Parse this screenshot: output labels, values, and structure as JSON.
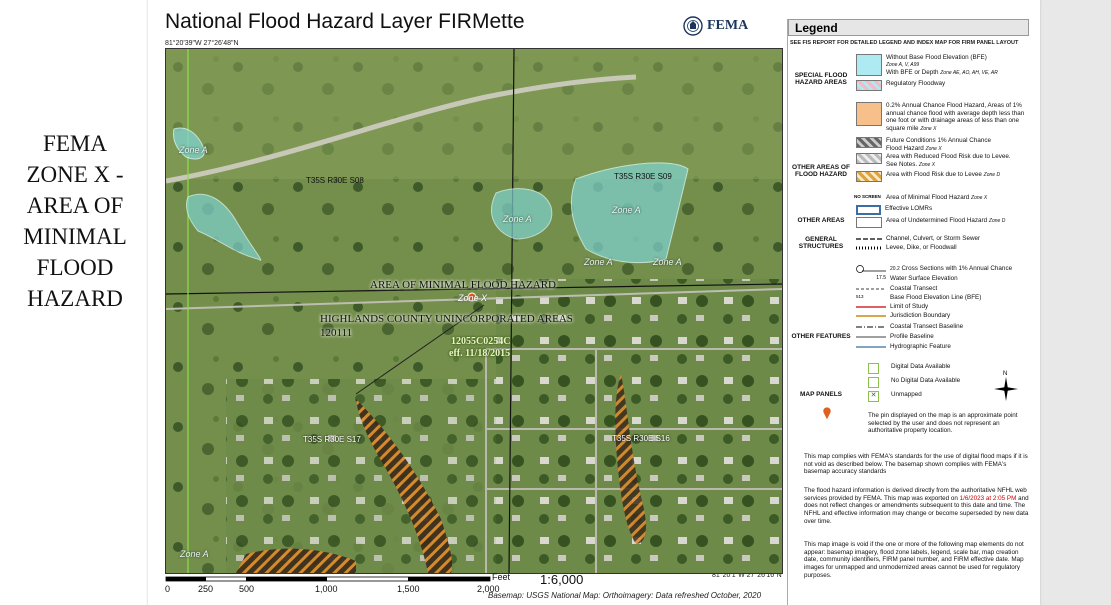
{
  "side_label": "FEMA\nZONE X -\nAREA OF\nMINIMAL\nFLOOD\nHAZARD",
  "title": "National Flood Hazard Layer FIRMette",
  "agency": "FEMA",
  "coords": {
    "top_left": "81°20'39\"W 27°26'48\"N",
    "bottom_right": "81°20'1\"W 27°26'16\"N"
  },
  "map": {
    "section_labels": [
      "T35S R30E S08",
      "T35S R30E S09",
      "T35S R30E S17",
      "T35S R30E S16"
    ],
    "zone_label": "Zone A",
    "zone_x": "Zone X",
    "minimal_hazard": "AREA OF MINIMAL FLOOD HAZARD",
    "community": "HIGHLANDS COUNTY UNINCORPORATED AREAS",
    "community_id": "120111",
    "panel_id": "12055C0254C",
    "panel_eff": "eff. 11/18/2015"
  },
  "scale": {
    "ticks": [
      "0",
      "250",
      "500",
      "1,000",
      "1,500",
      "2,000"
    ],
    "unit": "Feet",
    "ratio": "1:6,000"
  },
  "basemap": "Basemap: USGS National Map: Orthoimagery: Data refreshed October, 2020",
  "legend": {
    "title": "Legend",
    "note": "SEE FIS REPORT FOR DETAILED LEGEND AND INDEX MAP FOR FIRM PANEL LAYOUT",
    "sections": {
      "sfha": "SPECIAL FLOOD HAZARD AREAS",
      "other_flood": "OTHER AREAS OF FLOOD HAZARD",
      "other_areas": "OTHER AREAS",
      "general": "GENERAL STRUCTURES",
      "other_features": "OTHER FEATURES",
      "map_panels": "MAP PANELS"
    },
    "items": {
      "no_bfe": "Without Base Flood Elevation (BFE)",
      "no_bfe_sub": "Zone A, V, A99",
      "with_bfe": "With BFE or Depth",
      "with_bfe_sub": "Zone AE, AO, AH, VE, AR",
      "floodway": "Regulatory Floodway",
      "x02": "0.2% Annual Chance Flood Hazard, Areas of 1% annual chance flood with average depth less than one foot or with drainage areas of less than one square mile",
      "x02_sub": "Zone X",
      "future": "Future Conditions 1% Annual Chance Flood Hazard",
      "future_sub": "Zone X",
      "reduced": "Area with Reduced Flood Risk due to Levee. See Notes.",
      "reduced_sub": "Zone X",
      "levee": "Area with Flood Risk due to Levee",
      "levee_sub": "Zone D",
      "no_screen": "NO SCREEN",
      "minimal": "Area of Minimal Flood Hazard",
      "minimal_sub": "Zone X",
      "lomr": "Effective LOMRs",
      "undetermined": "Area of Undetermined Flood Hazard",
      "undetermined_sub": "Zone D",
      "channel": "Channel, Culvert, or Storm Sewer",
      "levee_line": "Levee, Dike, or Floodwall",
      "xsec": "Cross Sections with 1% Annual Chance",
      "wse": "Water Surface Elevation",
      "coastal": "Coastal Transect",
      "bfe_line": "Base Flood Elevation Line (BFE)",
      "limit": "Limit of Study",
      "jurisdiction": "Jurisdiction Boundary",
      "coastal_base": "Coastal Transect Baseline",
      "profile": "Profile Baseline",
      "hydro": "Hydrographic Feature",
      "digital": "Digital Data Available",
      "no_digital": "No Digital Data Available",
      "unmapped": "Unmapped",
      "pin": "The pin displayed on the map is an approximate point selected by the user and does not represent an authoritative property location.",
      "xs_num": "20.2",
      "wse_num": "17.5",
      "bfe_num": "513"
    }
  },
  "disclaimer": {
    "p1": "This map complies with FEMA's standards for the use of digital flood maps if it is not void as described below. The basemap shown complies with FEMA's basemap accuracy standards",
    "p2a": "The flood hazard information is derived directly from the authoritative NFHL web services provided by FEMA. This map was exported on ",
    "p2_date": "1/6/2023 at 2:05 PM",
    "p2b": " and does not reflect changes or amendments subsequent to this date and time. The NFHL and effective information may change or become superseded by new data over time.",
    "p3": "This map image is void if the one or more of the following map elements do not appear: basemap imagery, flood zone labels, legend, scale bar, map creation date, community identifiers, FIRM panel number, and FIRM effective date. Map images for unmapped and unmodernized areas cannot be used for regulatory purposes."
  },
  "colors": {
    "zone_a": "#7fd3cf",
    "zone_x02": "#f7c08a",
    "imagery": "#6f8a4a"
  }
}
